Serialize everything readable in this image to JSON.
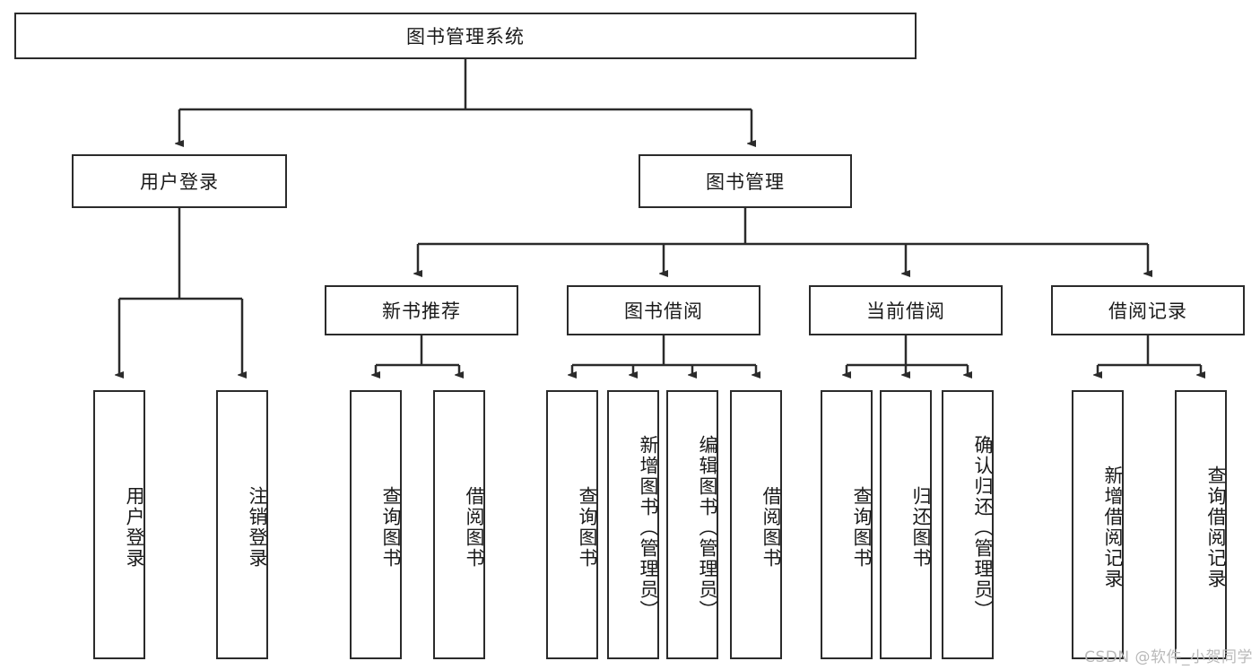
{
  "diagram": {
    "title": "图书管理系统",
    "type": "tree-hierarchy",
    "root": {
      "label": "图书管理系统"
    },
    "level2": [
      {
        "label": "用户登录"
      },
      {
        "label": "图书管理"
      }
    ],
    "level3": [
      {
        "label": "新书推荐"
      },
      {
        "label": "图书借阅"
      },
      {
        "label": "当前借阅"
      },
      {
        "label": "借阅记录"
      }
    ],
    "leaves": {
      "user_login": [
        {
          "label": "用户登录"
        },
        {
          "label": "注销登录"
        }
      ],
      "new_book_recommend": [
        {
          "label": "查询图书"
        },
        {
          "label": "借阅图书"
        }
      ],
      "book_borrow": [
        {
          "label": "查询图书"
        },
        {
          "label": "新增图书（管理员）"
        },
        {
          "label": "编辑图书（管理员）"
        },
        {
          "label": "借阅图书"
        }
      ],
      "current_borrow": [
        {
          "label": "查询图书"
        },
        {
          "label": "归还图书"
        },
        {
          "label": "确认归还（管理员）"
        }
      ],
      "borrow_record": [
        {
          "label": "新增借阅记录"
        },
        {
          "label": "查询借阅记录"
        }
      ]
    }
  },
  "watermark": {
    "text": "CSDN @软件_小贺同学"
  },
  "colors": {
    "stroke": "#2b2b2b",
    "background": "#ffffff",
    "text": "#1a1a1a",
    "watermark": "#b9b9b9"
  }
}
